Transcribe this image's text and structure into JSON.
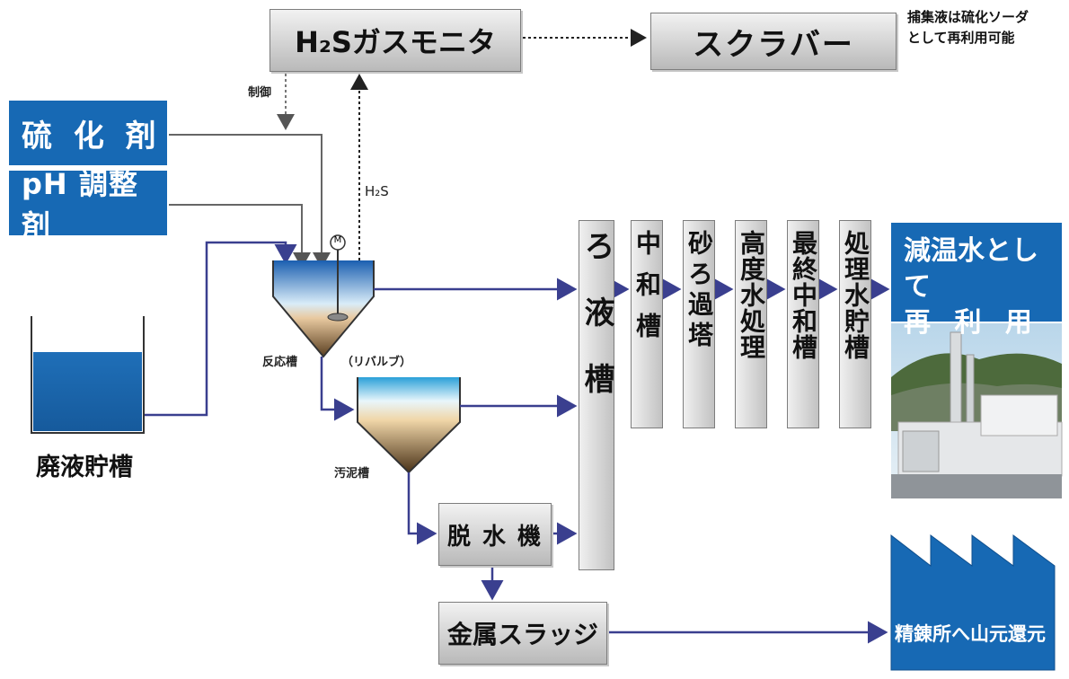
{
  "boxes": {
    "h2s_monitor": "H₂Sガスモニタ",
    "scrubber": "スクラバー",
    "scrubber_note_line1": "捕集液は硫化ソーダ",
    "scrubber_note_line2": "として再利用可能",
    "sulfurizing_agent": "硫 化 剤",
    "ph_adjuster": "pH 調整剤",
    "waste_tank": "廃液貯槽",
    "reaction_tank": "反応槽",
    "revalve": "（リバルブ）",
    "sludge_tank": "汚泥槽",
    "dehydrator": "脱 水 機",
    "metal_sludge": "金属スラッジ",
    "filtrate_tank": "ろ液槽",
    "neutralization_tank": "中和槽",
    "sand_filter": "砂ろ過塔",
    "advanced_treatment": "高度水処理",
    "final_neutralization": "最終中和槽",
    "treated_water_tank": "処理水貯槽",
    "reuse_line1": "減温水として",
    "reuse_line2": "再 利 用",
    "refinery": "精錬所へ山元還元"
  },
  "labels": {
    "control": "制御",
    "h2s": "H₂S",
    "motor": "M"
  },
  "colors": {
    "flow_line": "#3a3f8f",
    "box_blue": "#1769b4",
    "gray_box": "#c9c9c9"
  }
}
